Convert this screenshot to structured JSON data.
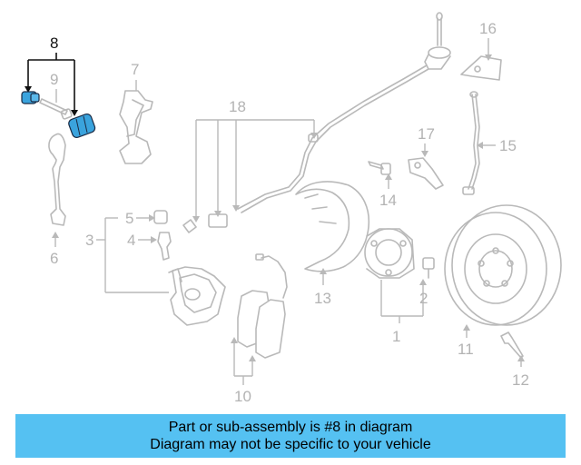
{
  "callouts": {
    "c1": "1",
    "c2": "2",
    "c3": "3",
    "c4": "4",
    "c5": "5",
    "c6": "6",
    "c7": "7",
    "c8": "8",
    "c9": "9",
    "c10": "10",
    "c11": "11",
    "c12": "12",
    "c13": "13",
    "c14": "14",
    "c15": "15",
    "c16": "16",
    "c17": "17",
    "c18": "18"
  },
  "highlighted_part": "8",
  "colors": {
    "banner": "#55c1f2",
    "highlight_part": "#3aa3dd",
    "line_art": "#b9b9b9"
  },
  "banner": {
    "line1": "Part or sub-assembly is #8 in diagram",
    "line2": "Diagram may not be specific to your vehicle"
  }
}
